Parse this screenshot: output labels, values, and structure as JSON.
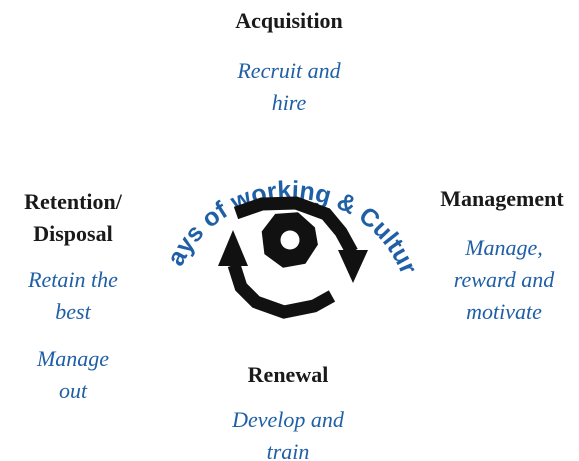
{
  "acquisition": {
    "title": "Acquisition",
    "desc": [
      "Recruit and",
      "hire"
    ]
  },
  "management": {
    "title": "Management",
    "desc": [
      "Manage,",
      "reward and",
      "motivate"
    ]
  },
  "retention": {
    "title": [
      "Retention/",
      "Disposal"
    ],
    "desc": [
      "Retain the",
      "best"
    ],
    "desc2": [
      "Manage",
      "out"
    ]
  },
  "renewal": {
    "title": "Renewal",
    "desc": [
      "Develop and",
      "train"
    ]
  },
  "center": {
    "curved_label": "Ways of working & Culture"
  },
  "colors": {
    "title": "#1a1a1a",
    "accent": "#1f5fa6",
    "arrows": "#111111"
  },
  "icons": [
    "cycle-arrows-icon",
    "nut-icon"
  ]
}
